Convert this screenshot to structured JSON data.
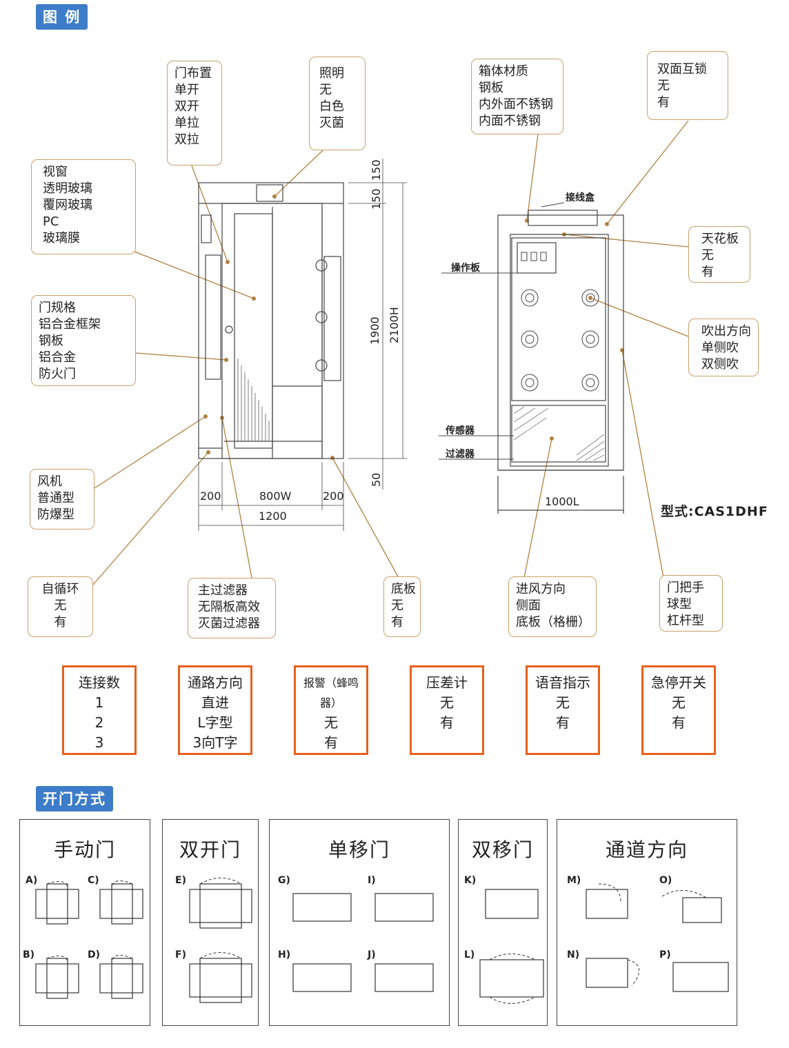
{
  "sections": {
    "legend_tag": "图 例",
    "door_tag": "开门方式"
  },
  "model": "型式:CAS1DHF",
  "callouts": {
    "door_layout": [
      "门布置",
      "单开",
      "双开",
      "单拉",
      "双拉"
    ],
    "lighting": [
      "照明",
      "无",
      "白色",
      "灭菌"
    ],
    "window": [
      "视窗",
      "透明玻璃",
      "覆网玻璃",
      "PC",
      "玻璃膜"
    ],
    "door_spec": [
      "门规格",
      "铝合金框架",
      "钢板",
      "铝合金",
      "防火门"
    ],
    "fan": [
      "风机",
      "普通型",
      "防爆型"
    ],
    "self_circ": [
      "自循环",
      "无",
      "有"
    ],
    "main_filter": [
      "主过滤器",
      "无隔板高效",
      "灭菌过滤器"
    ],
    "bottom_plate": [
      "底板",
      "无",
      "有"
    ],
    "box_material": [
      "箱体材质",
      "钢板",
      "内外面不锈钢",
      "内面不锈钢"
    ],
    "interlock": [
      "双面互锁",
      "无",
      "有"
    ],
    "ceiling": [
      "天花板",
      "无",
      "有"
    ],
    "blow_dir": [
      "吹出方向",
      "单侧吹",
      "双侧吹"
    ],
    "inlet_dir": [
      "进风方向",
      "侧面",
      "底板（格栅）"
    ],
    "handle": [
      "门把手",
      "球型",
      "杠杆型"
    ]
  },
  "part_labels": {
    "junction_box": "接线盒",
    "control_panel": "操作板",
    "sensor": "传感器",
    "filter": "过滤器"
  },
  "dimensions": {
    "d150a": "150",
    "d150b": "150",
    "d1900": "1900",
    "d2100": "2100H",
    "d50": "50",
    "w200l": "200",
    "w800": "800W",
    "w200r": "200",
    "w1200": "1200",
    "w1000": "1000L"
  },
  "options": [
    {
      "lines": [
        "连接数",
        "1",
        "2",
        "3"
      ]
    },
    {
      "lines": [
        "通路方向",
        "直进",
        "L字型",
        "3向T字"
      ]
    },
    {
      "lines": [
        "报警（蜂鸣器）",
        "无",
        "有"
      ]
    },
    {
      "lines": [
        "压差计",
        "无",
        "有"
      ]
    },
    {
      "lines": [
        "语音指示",
        "无",
        "有"
      ]
    },
    {
      "lines": [
        "急停开关",
        "无",
        "有"
      ]
    }
  ],
  "door_panels": [
    {
      "title": "手动门",
      "labels": [
        "A)",
        "C)",
        "B)",
        "D)"
      ]
    },
    {
      "title": "双开门",
      "labels": [
        "E)",
        "F)"
      ]
    },
    {
      "title": "单移门",
      "labels": [
        "G)",
        "I)",
        "H)",
        "J)"
      ]
    },
    {
      "title": "双移门",
      "labels": [
        "K)",
        "L)"
      ]
    },
    {
      "title": "通道方向",
      "labels": [
        "M)",
        "O)",
        "N)",
        "P)"
      ]
    }
  ],
  "colors": {
    "accent_blue": "#3d7cc9",
    "callout_border": "#c9a06a",
    "option_border": "#e8601c",
    "leader": "#b08040"
  }
}
